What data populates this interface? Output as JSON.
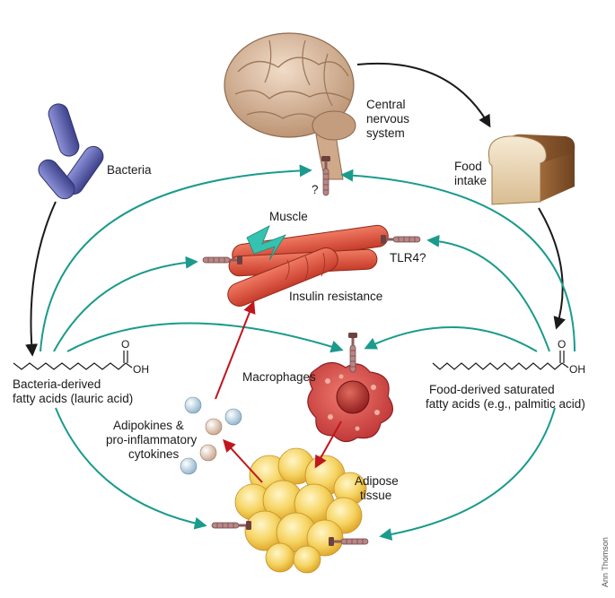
{
  "labels": {
    "cns_line1": "Central",
    "cns_line2": "nervous",
    "cns_line3": "system",
    "food_line1": "Food",
    "food_line2": "intake",
    "bacteria": "Bacteria",
    "muscle": "Muscle",
    "tlr4": "TLR4?",
    "cns_receptor_q": "?",
    "insulin_resistance": "Insulin resistance",
    "macrophages": "Macrophages",
    "bacterial_fa_line1": "Bacteria-derived",
    "bacterial_fa_line2": "fatty acids (lauric acid)",
    "food_fa_line1": "Food-derived saturated",
    "food_fa_line2": "fatty acids (e.g., palmitic acid)",
    "adipokines_line1": "Adipokines &",
    "adipokines_line2": "pro-inflammatory",
    "adipokines_line3": "cytokines",
    "adipose_line1": "Adipose",
    "adipose_line2": "tissue",
    "o_atom": "O",
    "oh_group": "OH",
    "credit": "Ann Thomson"
  },
  "colors": {
    "teal_arrow": "#1a9b8c",
    "black_arrow": "#1a1a1a",
    "red_arrow": "#c0161c",
    "muscle": "#e2553f",
    "brain": "#d9b79a",
    "bacteria": "#5a5fa8",
    "fat": "#f5d062",
    "macrophage": "#d84545",
    "receptor": "#b07a7a"
  }
}
